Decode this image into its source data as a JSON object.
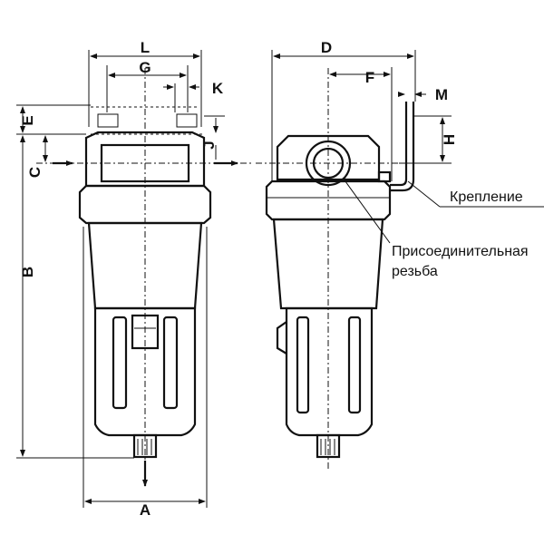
{
  "dimensions": {
    "A": "A",
    "B": "B",
    "C": "C",
    "D": "D",
    "E": "E",
    "F": "F",
    "G": "G",
    "H": "H",
    "J": "J",
    "K": "K",
    "L": "L",
    "M": "M"
  },
  "callouts": {
    "mounting": "Крепление",
    "connection_line1": "Присоединительная",
    "connection_line2": "резьба"
  }
}
